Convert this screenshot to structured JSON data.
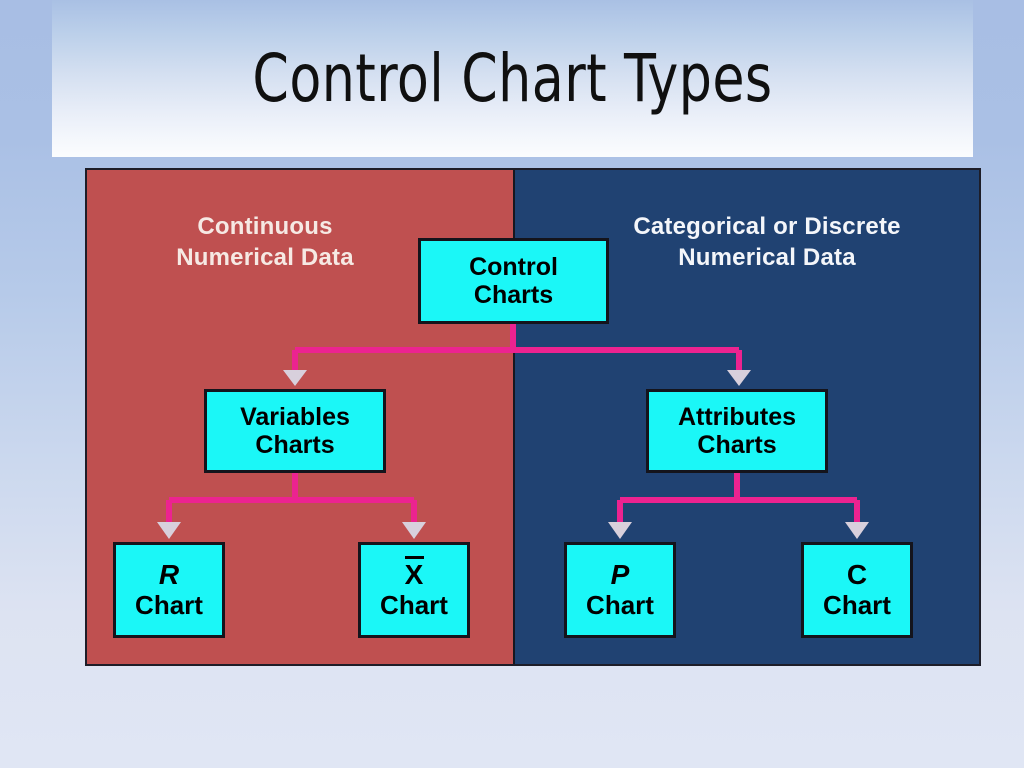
{
  "slide": {
    "title": "Control Chart Types",
    "background_top_color": "#a8bee4",
    "background_bottom_color": "#e0e6f4"
  },
  "diagram": {
    "type": "tree-diagram",
    "panels": [
      {
        "id": "continuous",
        "heading": "Continuous\nNumerical Data",
        "color": "#bf5050",
        "text_color": "#f6e9e4"
      },
      {
        "id": "categorical",
        "heading": "Categorical or Discrete\nNumerical Data",
        "color": "#204272",
        "text_color": "#f4f6fa"
      }
    ],
    "node_fill_color": "#1bf7f7",
    "node_border_color": "#14141c",
    "connector_color": "#ec2390",
    "arrowhead_color": "#d8d0dc",
    "nodes": {
      "root": {
        "line1": "Control",
        "line2": "Charts"
      },
      "variables": {
        "line1": "Variables",
        "line2": "Charts"
      },
      "attributes": {
        "line1": "Attributes",
        "line2": "Charts"
      },
      "r_chart": {
        "symbol": "R",
        "label": "Chart"
      },
      "xbar_chart": {
        "symbol": "X",
        "label": "Chart"
      },
      "p_chart": {
        "symbol": "P",
        "label": "Chart"
      },
      "c_chart": {
        "symbol": "C",
        "label": "Chart"
      }
    },
    "edges": [
      {
        "from": "root",
        "to": "variables"
      },
      {
        "from": "root",
        "to": "attributes"
      },
      {
        "from": "variables",
        "to": "r_chart"
      },
      {
        "from": "variables",
        "to": "xbar_chart"
      },
      {
        "from": "attributes",
        "to": "p_chart"
      },
      {
        "from": "attributes",
        "to": "c_chart"
      }
    ]
  }
}
